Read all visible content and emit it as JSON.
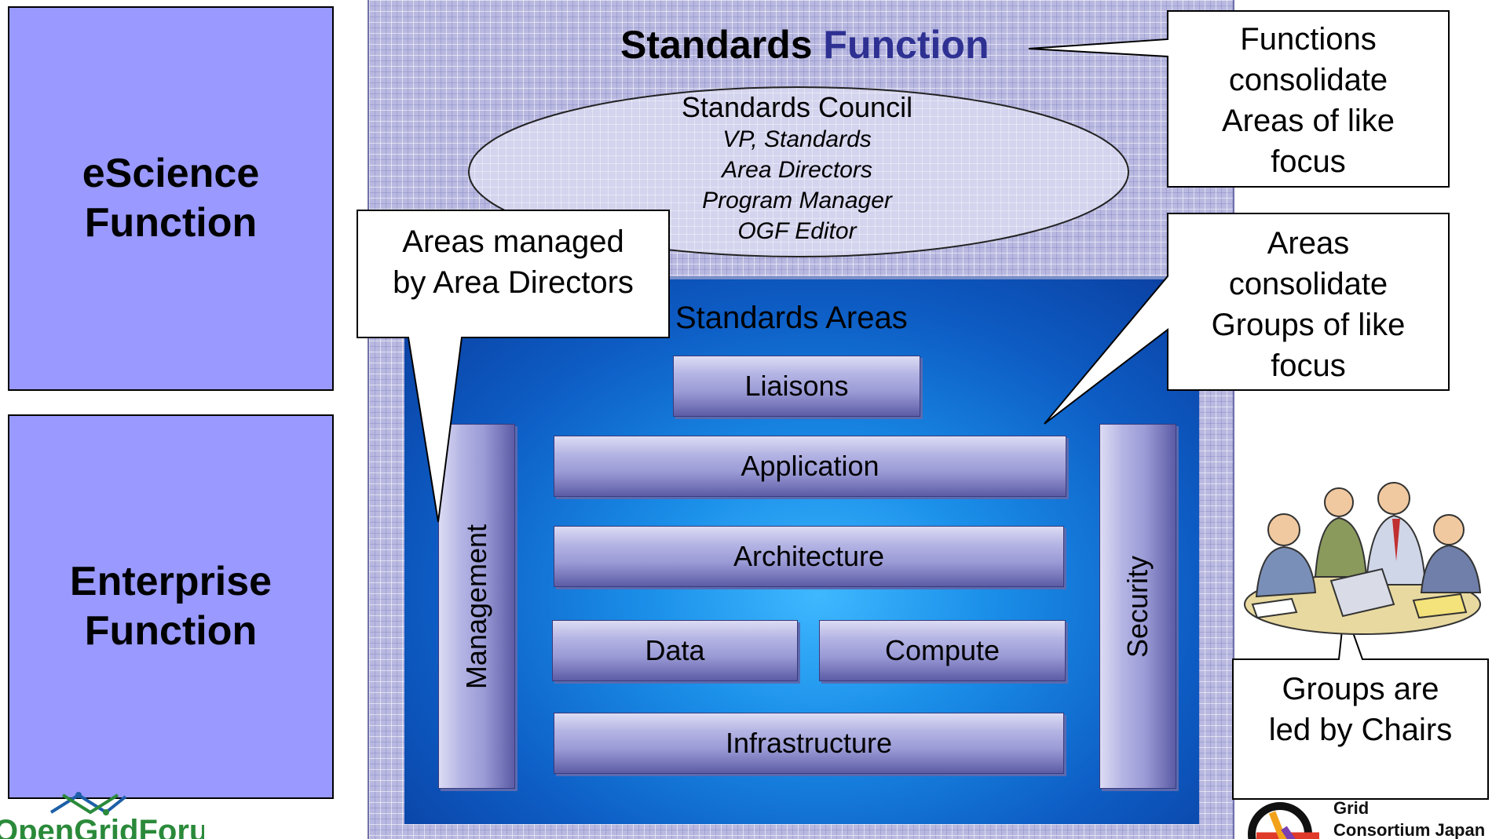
{
  "left_functions": {
    "escience": "eScience\nFunction",
    "enterprise": "Enterprise\nFunction"
  },
  "standards_function": {
    "title_part1": "Standards",
    "title_part2": "Function",
    "accent_color": "#2e3192"
  },
  "council": {
    "title": "Standards Council",
    "roles": [
      "VP, Standards",
      "Area Directors",
      "Program Manager",
      "OGF Editor"
    ]
  },
  "areas": {
    "title": "Standards Areas",
    "liaisons": "Liaisons",
    "application": "Application",
    "architecture": "Architecture",
    "data": "Data",
    "compute": "Compute",
    "infrastructure": "Infrastructure",
    "management": "Management",
    "security": "Security"
  },
  "callouts": {
    "functions": "Functions\nconsolidate\nAreas of like\nfocus",
    "areas_managed": "Areas managed\nby Area Directors",
    "areas_consolidate": "Areas\nconsolidate\nGroups of like\nfocus",
    "groups_led": "Groups are\nled by Chairs"
  },
  "logos": {
    "ogf": "OpenGridForum",
    "gcj_line1": "Grid",
    "gcj_line2": "Consortium Japan"
  },
  "icons": [
    "ogf-logo-icon",
    "gcj-logo-icon",
    "meeting-people-clipart-icon"
  ]
}
